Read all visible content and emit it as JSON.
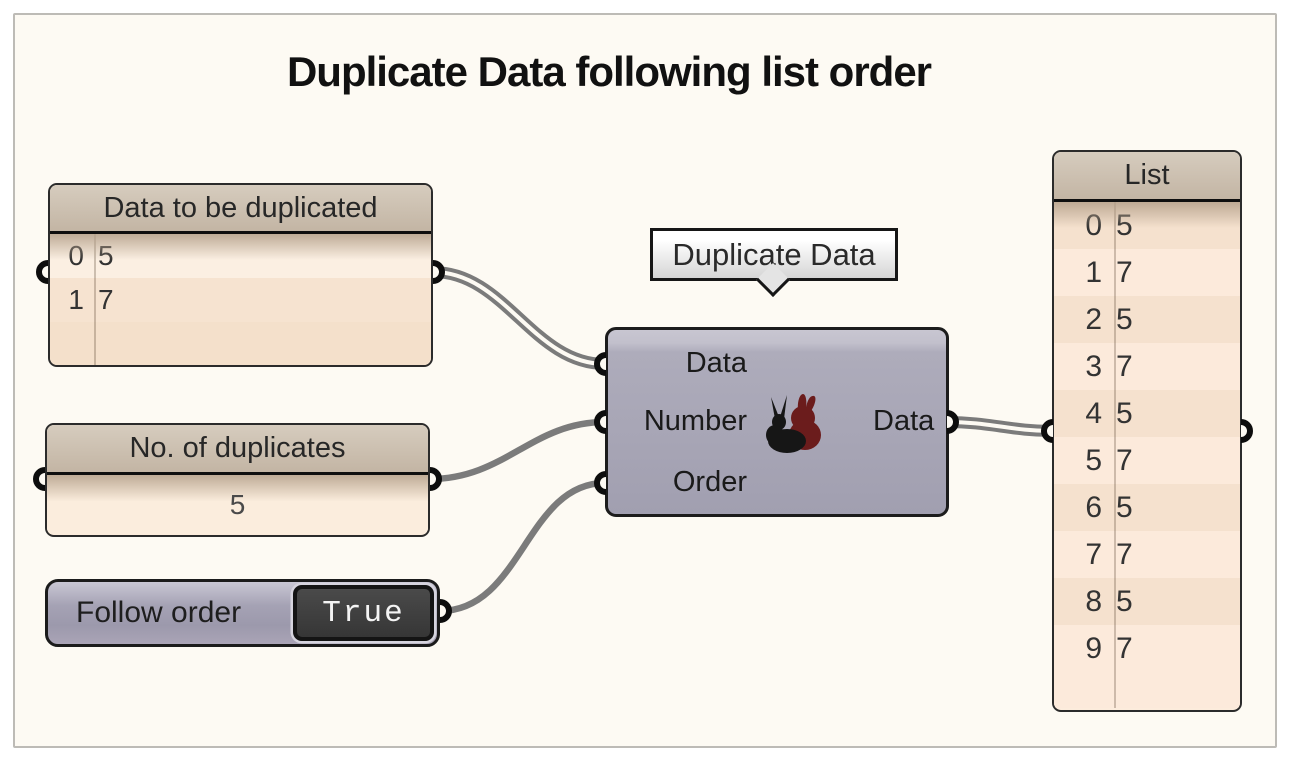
{
  "title": "Duplicate Data following list order",
  "source_panel": {
    "title": "Data to be duplicated",
    "rows": [
      {
        "index": "0",
        "value": "5"
      },
      {
        "index": "1",
        "value": "7"
      }
    ]
  },
  "count_panel": {
    "title": "No. of duplicates",
    "value": "5"
  },
  "toggle": {
    "label": "Follow order",
    "value": "True"
  },
  "component": {
    "tooltip": "Duplicate Data",
    "inputs": {
      "data": "Data",
      "number": "Number",
      "order": "Order"
    },
    "output": "Data",
    "icon": "duplicate-data-rabbits-icon"
  },
  "list_panel": {
    "title": "List",
    "rows": [
      {
        "index": "0",
        "value": "5"
      },
      {
        "index": "1",
        "value": "7"
      },
      {
        "index": "2",
        "value": "5"
      },
      {
        "index": "3",
        "value": "7"
      },
      {
        "index": "4",
        "value": "5"
      },
      {
        "index": "5",
        "value": "7"
      },
      {
        "index": "6",
        "value": "5"
      },
      {
        "index": "7",
        "value": "7"
      },
      {
        "index": "8",
        "value": "5"
      },
      {
        "index": "9",
        "value": "7"
      }
    ]
  },
  "connections": [
    {
      "from": "data-to-be-duplicated-output",
      "to": "component-input-data",
      "style": "double"
    },
    {
      "from": "no-of-duplicates-output",
      "to": "component-input-number",
      "style": "single"
    },
    {
      "from": "follow-order-output",
      "to": "component-input-order",
      "style": "single"
    },
    {
      "from": "component-output-data",
      "to": "list-input",
      "style": "double"
    }
  ],
  "colors": {
    "canvas": "#FDFAF3",
    "frame_border": "#BDBBB6",
    "panel_header": "#CBBEAE",
    "panel_row_light": "#FCEADB",
    "panel_row_dark": "#F5E1CE",
    "component_body": "#A8A6B5",
    "wire": "#7B7B7B",
    "toggle_value_bg": "#3C3C3C",
    "rabbit_black": "#161616",
    "rabbit_maroon": "#6B1C1C"
  }
}
